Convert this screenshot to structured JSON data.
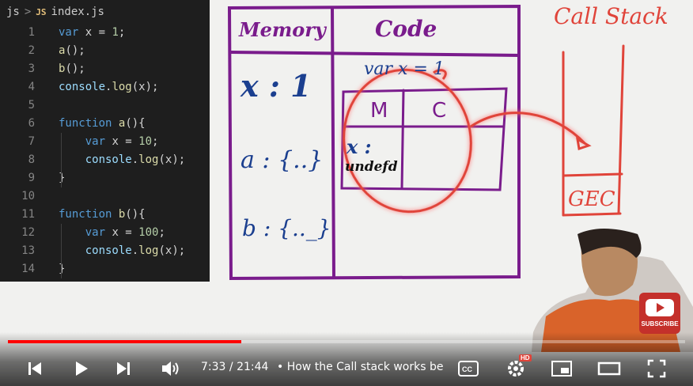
{
  "editor": {
    "breadcrumb_root": "js",
    "breadcrumb_sep": ">",
    "file_badge": "JS",
    "file_name": "index.js",
    "lines": [
      {
        "n": "1",
        "text": "var x = 1;"
      },
      {
        "n": "2",
        "text": "a();"
      },
      {
        "n": "3",
        "text": "b();"
      },
      {
        "n": "4",
        "text": "console.log(x);"
      },
      {
        "n": "5",
        "text": ""
      },
      {
        "n": "6",
        "text": "function a(){"
      },
      {
        "n": "7",
        "text": "    var x = 10;"
      },
      {
        "n": "8",
        "text": "    console.log(x);"
      },
      {
        "n": "9",
        "text": "}"
      },
      {
        "n": "10",
        "text": ""
      },
      {
        "n": "11",
        "text": "function b(){"
      },
      {
        "n": "12",
        "text": "    var x = 100;"
      },
      {
        "n": "13",
        "text": "    console.log(x);"
      },
      {
        "n": "14",
        "text": "}"
      }
    ],
    "colors": {
      "keyword": "#569cd6",
      "function": "#dcdcaa",
      "number": "#b5cea8",
      "variable": "#9cdcfe",
      "text": "#d4d4d4"
    }
  },
  "whiteboard": {
    "memory_header": "Memory",
    "code_header": "Code",
    "mem_x": "x : 1",
    "mem_a": "a : {..}",
    "mem_b": "b : {.._}",
    "code_line": "var  x = 1",
    "inner_m": "M",
    "inner_c": "C",
    "inner_x": "x :",
    "inner_undefined": "undefd",
    "call_stack_title": "Call Stack",
    "gec": "GEC",
    "colors": {
      "frame": "#7a1c8c",
      "ink": "#1b3f8f",
      "red": "#e0443a"
    }
  },
  "player": {
    "current_time": "7:33",
    "duration": "21:44",
    "separator": "/",
    "title": "How the Call stack works be",
    "bullet": "•",
    "progress_fraction": 0.345,
    "hd_badge": "HD",
    "subscribe": "SUBSCRIBE"
  }
}
